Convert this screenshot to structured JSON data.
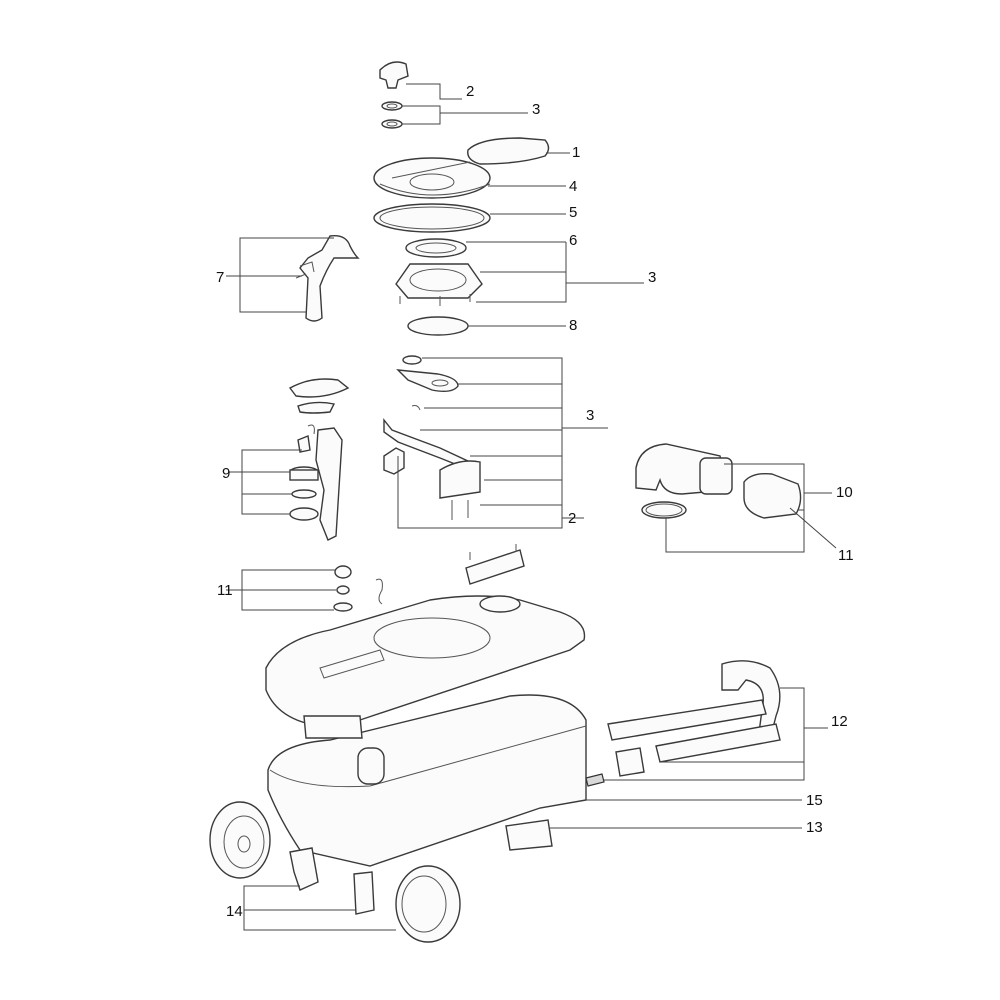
{
  "diagram": {
    "callouts": [
      {
        "id": "c2a",
        "text": "2"
      },
      {
        "id": "c3a",
        "text": "3"
      },
      {
        "id": "c1",
        "text": "1"
      },
      {
        "id": "c4",
        "text": "4"
      },
      {
        "id": "c5",
        "text": "5"
      },
      {
        "id": "c6",
        "text": "6"
      },
      {
        "id": "c3b",
        "text": "3"
      },
      {
        "id": "c7",
        "text": "7"
      },
      {
        "id": "c8",
        "text": "8"
      },
      {
        "id": "c3c",
        "text": "3"
      },
      {
        "id": "c9",
        "text": "9"
      },
      {
        "id": "c2b",
        "text": "2"
      },
      {
        "id": "c10",
        "text": "10"
      },
      {
        "id": "c11a",
        "text": "11"
      },
      {
        "id": "c11b",
        "text": "11"
      },
      {
        "id": "c12",
        "text": "12"
      },
      {
        "id": "c15",
        "text": "15"
      },
      {
        "id": "c13",
        "text": "13"
      },
      {
        "id": "c14",
        "text": "14"
      }
    ]
  }
}
